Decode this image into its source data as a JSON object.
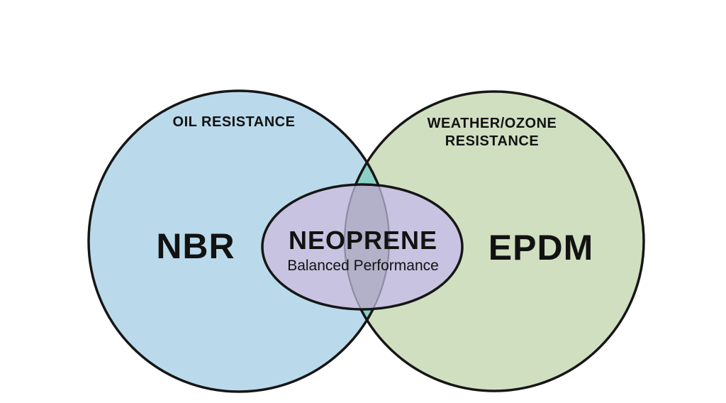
{
  "diagram": {
    "type": "venn",
    "left_circle": {
      "label": "NBR",
      "attribute": "OIL RESISTANCE"
    },
    "right_circle": {
      "label": "EPDM",
      "attribute_line1": "WEATHER/OZONE",
      "attribute_line2": "RESISTANCE"
    },
    "intersection": {
      "label": "NEOPRENE",
      "sublabel": "Balanced Performance"
    },
    "colors": {
      "background": "#ffffff",
      "left_fill": "#badaec",
      "right_fill": "#d1dfc1",
      "overlap_fill": "#8bd0c6",
      "ellipse_fill": "#c7c3e0",
      "ellipse_inner_shade": "rgba(34,51,42,0.12)",
      "outline": "#161616",
      "inner_arc": "#85849a",
      "text": "#121212"
    }
  }
}
